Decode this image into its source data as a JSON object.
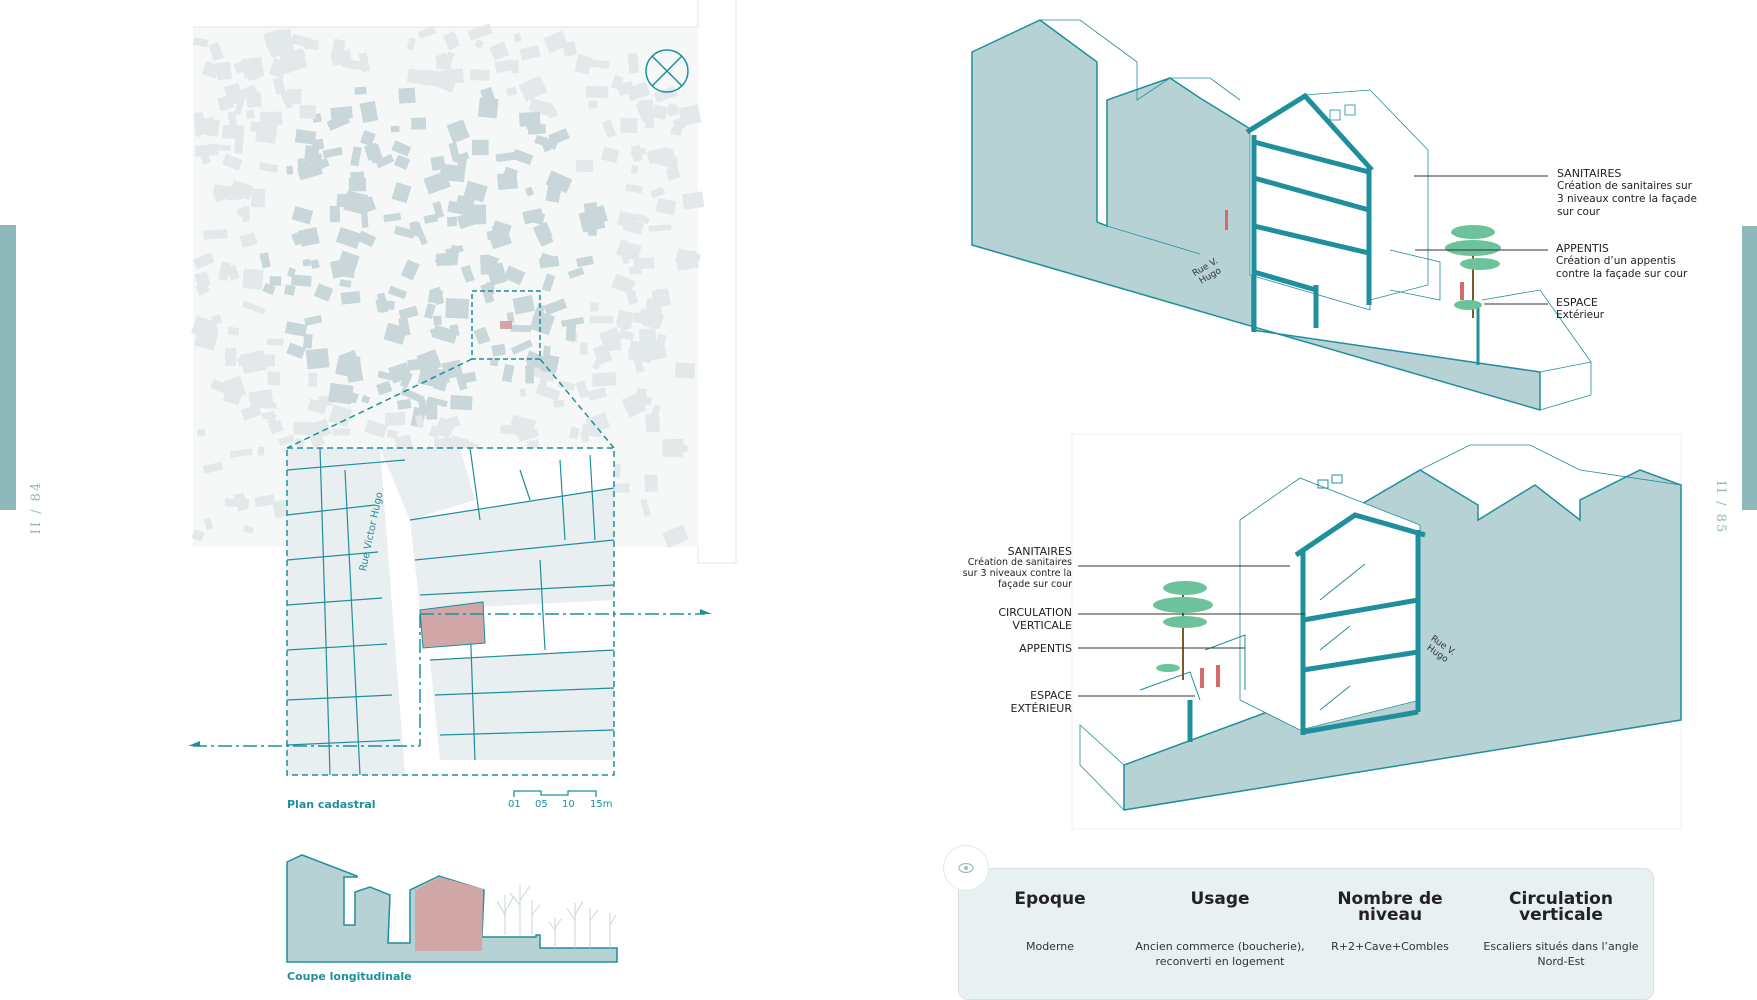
{
  "left_page": {
    "page_number": "II / 84",
    "map_caption": "Plan cadastral",
    "scale_labels": [
      "01",
      "05",
      "10",
      "15m"
    ],
    "street_name": "Rue Victor Hugo",
    "section_caption": "Coupe longitudinale"
  },
  "right_page": {
    "page_number": "II / 85",
    "top_axo": {
      "street_name": "Rue V. Hugo",
      "labels": [
        {
          "title": "SANITAIRES",
          "text": "Création de sanitaires sur 3 niveaux contre la façade sur cour"
        },
        {
          "title": "APPENTIS",
          "text": "Création d’un appentis contre la façade sur cour"
        },
        {
          "title": "ESPACE",
          "text": "Extérieur"
        }
      ]
    },
    "bottom_axo": {
      "street_name": "Rue V. Hugo",
      "labels": [
        {
          "title": "SANITAIRES",
          "text": "Création de sanitaires sur 3 niveaux  contre la façade sur cour"
        },
        {
          "title": "CIRCULATION VERTICALE",
          "text": ""
        },
        {
          "title": "APPENTIS",
          "text": ""
        },
        {
          "title": "ESPACE EXTÉRIEUR",
          "text": ""
        }
      ]
    },
    "info_card": {
      "icon": "eye-icon",
      "columns": [
        {
          "heading": "Epoque",
          "value": "Moderne"
        },
        {
          "heading": "Usage",
          "value": "Ancien commerce (boucherie), reconverti en logement"
        },
        {
          "heading": "Nombre de niveau",
          "value": "R+2+Cave+Combles"
        },
        {
          "heading": "Circulation verticale",
          "value": "Escaliers situés dans l’angle Nord-Est"
        }
      ]
    }
  },
  "colors": {
    "accent": "#1f8f9c",
    "bar": "#8fb8bb",
    "fill": "#b7d2d5",
    "highlight": "#d0a6a6",
    "tree": "#6cc29a"
  }
}
